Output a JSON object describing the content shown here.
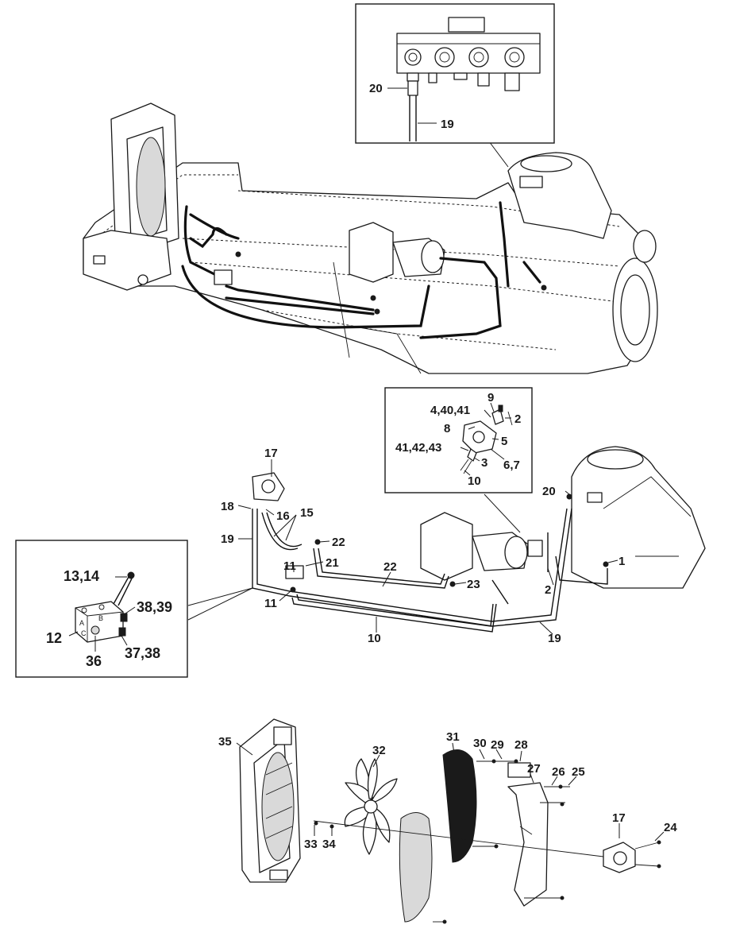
{
  "callouts": {
    "top_inset": [
      "20",
      "19"
    ],
    "middle": [
      "17",
      "18",
      "16",
      "15",
      "19",
      "22",
      "11",
      "21",
      "11",
      "22",
      "23",
      "2",
      "10",
      "19",
      "20",
      "1"
    ],
    "valve_inset": [
      "9",
      "4,40,41",
      "2",
      "8",
      "5",
      "41,42,43",
      "3",
      "6,7",
      "10"
    ],
    "left_inset": [
      "13,14",
      "38,39",
      "12",
      "36",
      "37,38"
    ],
    "bottom": [
      "35",
      "32",
      "31",
      "30",
      "29",
      "28",
      "27",
      "26",
      "25",
      "17",
      "24",
      "33",
      "34"
    ]
  },
  "block_markings": [
    "A",
    "B",
    "C"
  ]
}
